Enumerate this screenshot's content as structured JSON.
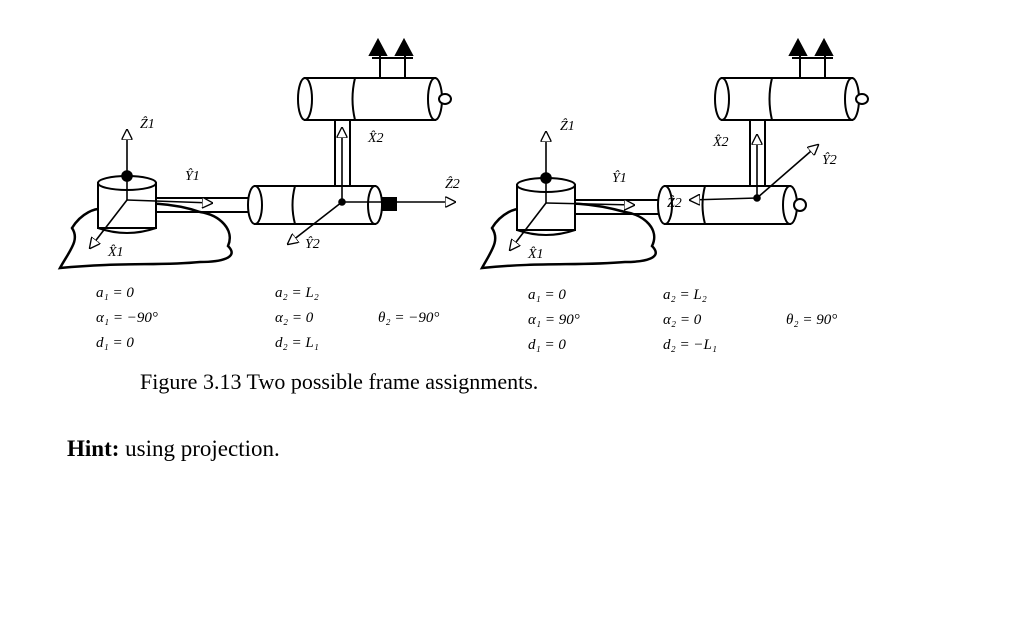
{
  "figure": {
    "left_diagram": {
      "axis_labels": {
        "z1": "Ẑ1",
        "x1": "X̂1",
        "y1": "Ŷ1",
        "z2": "Ẑ2",
        "x2": "X̂2",
        "y2": "Ŷ2"
      },
      "params": {
        "a1": "a₁ = 0",
        "alpha1": "α₁ = −90°",
        "d1": "d₁ = 0",
        "a2": "a₂ = L₂",
        "alpha2": "α₂ = 0",
        "d2": "d₂ = L₁",
        "theta2": "θ₂ = −90°"
      }
    },
    "right_diagram": {
      "axis_labels": {
        "z1": "Ẑ1",
        "x1": "X̂1",
        "y1": "Ŷ1",
        "z2": "Ẑ2",
        "x2": "X̂2",
        "y2": "Ŷ2"
      },
      "params": {
        "a1": "a₁ = 0",
        "alpha1": "α₁ = 90°",
        "d1": "d₁ = 0",
        "a2": "a₂ = L₂",
        "alpha2": "α₂ = 0",
        "d2": "d₂ = −L₁",
        "theta2": "θ₂ = 90°"
      }
    },
    "caption": "Figure 3.13 Two possible frame assignments."
  },
  "hint": {
    "label": "Hint:",
    "text": " using projection."
  }
}
